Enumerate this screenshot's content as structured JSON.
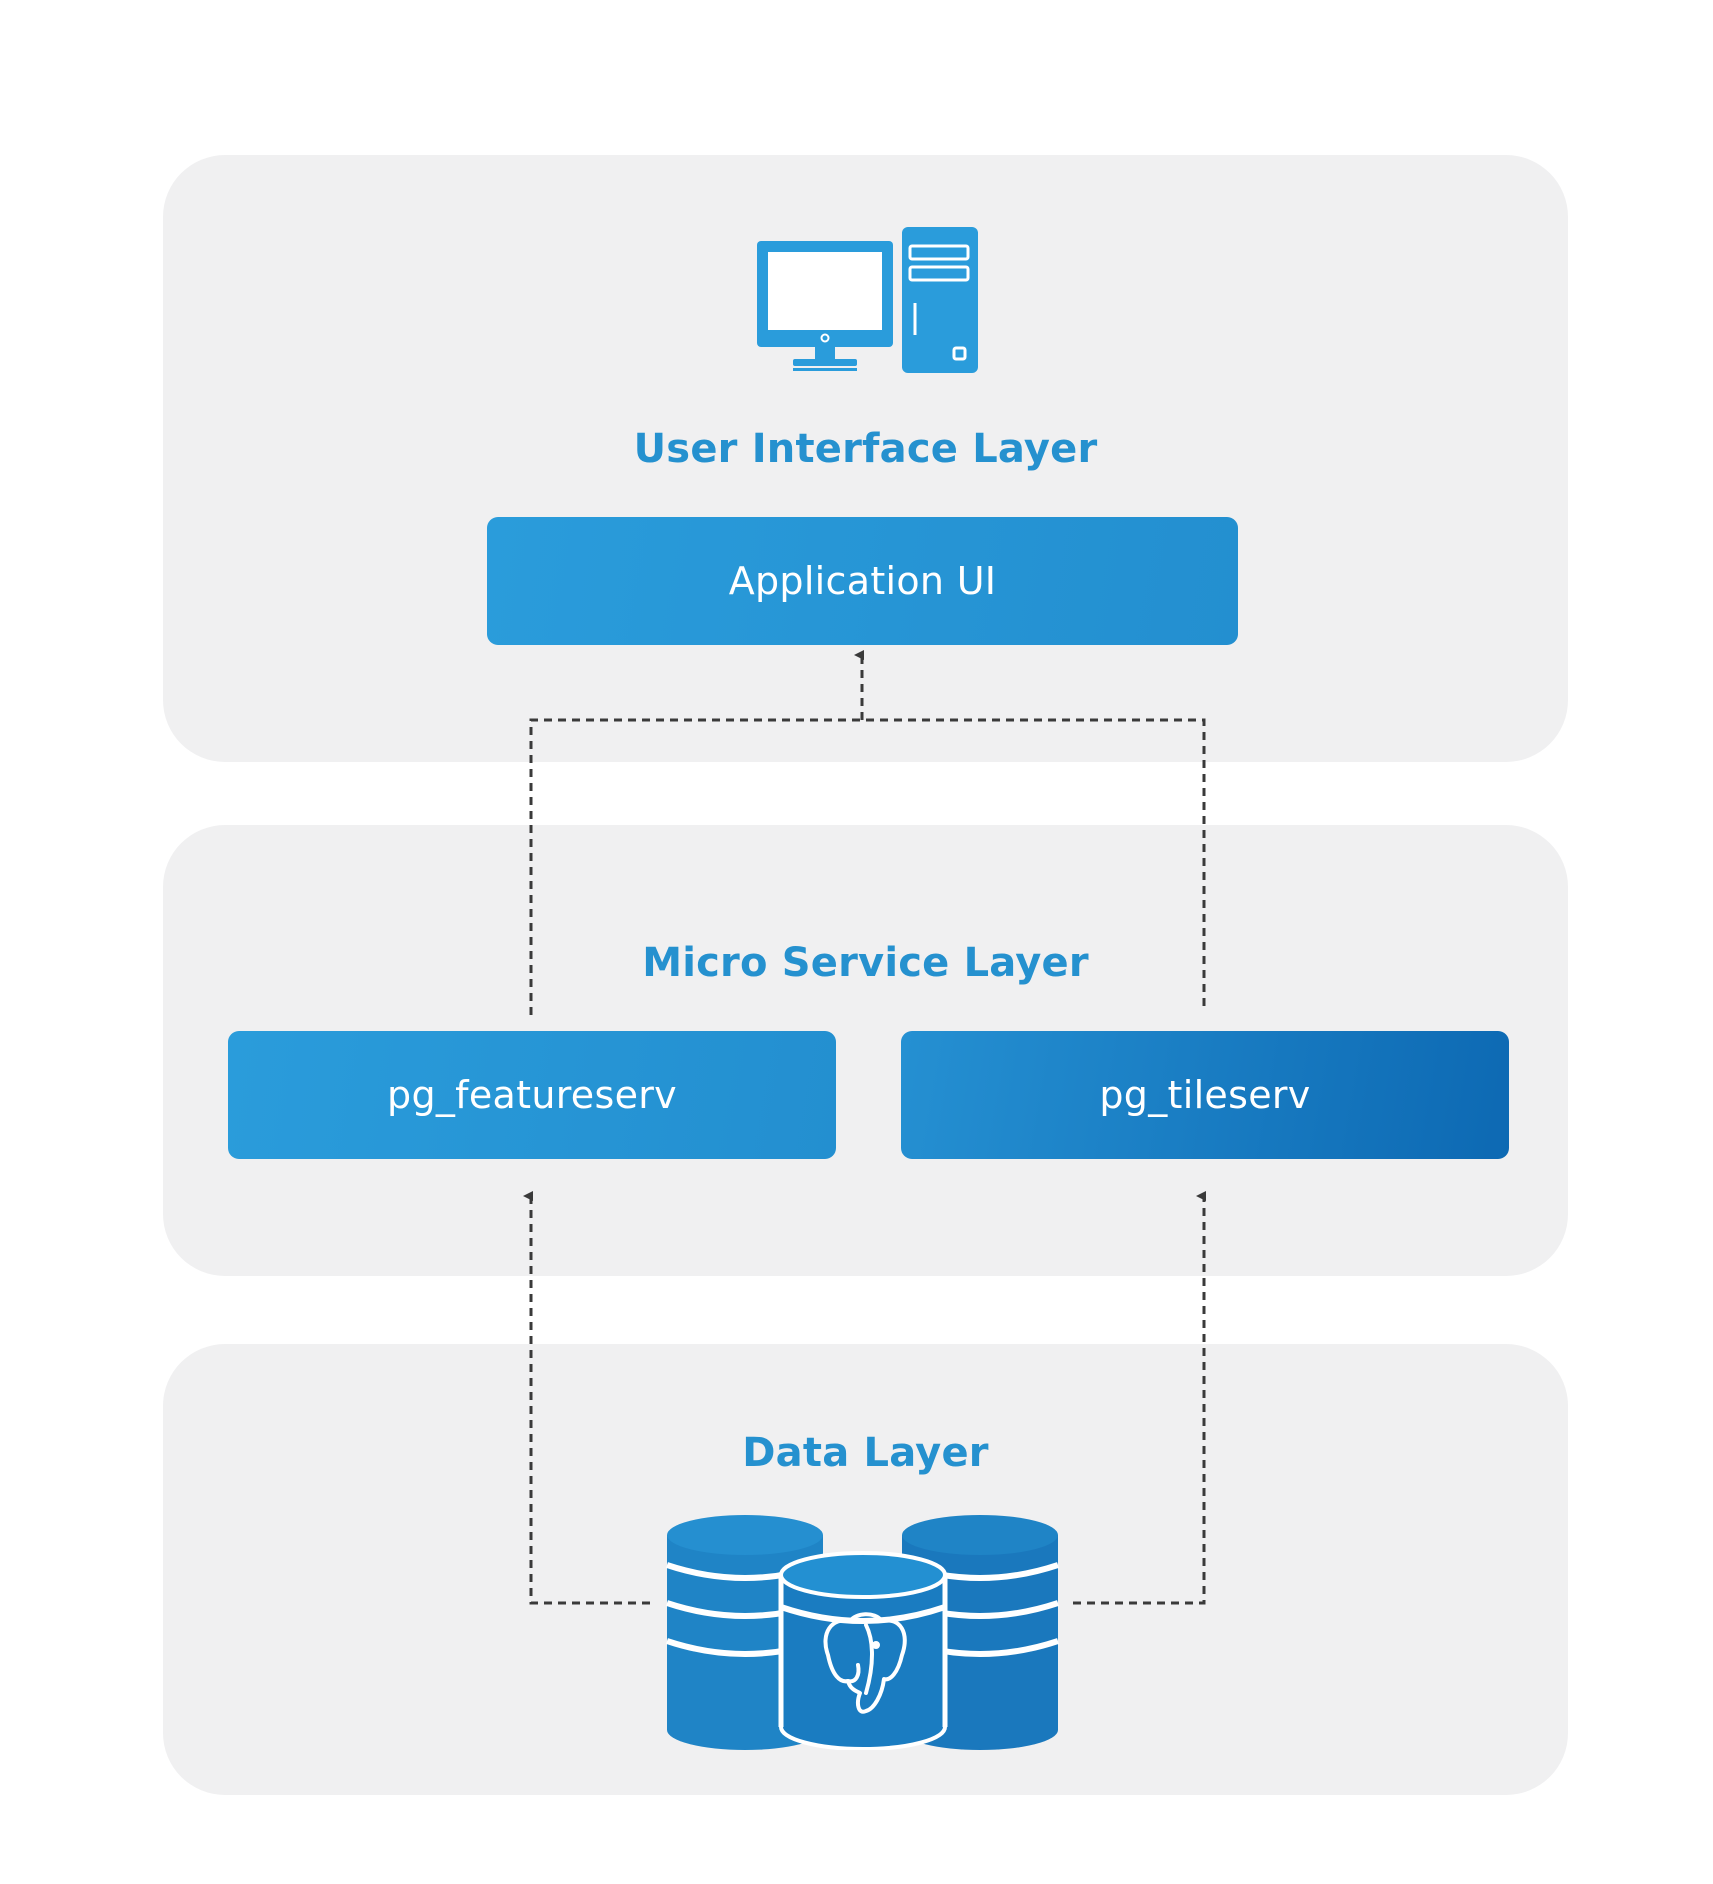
{
  "layers": {
    "ui": {
      "title": "User Interface Layer"
    },
    "ms": {
      "title": "Micro Service Layer"
    },
    "data": {
      "title": "Data Layer"
    }
  },
  "boxes": {
    "app": {
      "label": "Application UI"
    },
    "feature": {
      "label": "pg_featureserv"
    },
    "tile": {
      "label": "pg_tileserv"
    }
  },
  "icons": {
    "computer": "computer-icon",
    "database": "postgresql-database-icon"
  },
  "colors": {
    "panel_bg": "#f0f0f1",
    "title": "#2591cf",
    "box_light": "#2a9cdb",
    "box_dark": "#0d69b3",
    "arrow": "#3a3a3a"
  }
}
